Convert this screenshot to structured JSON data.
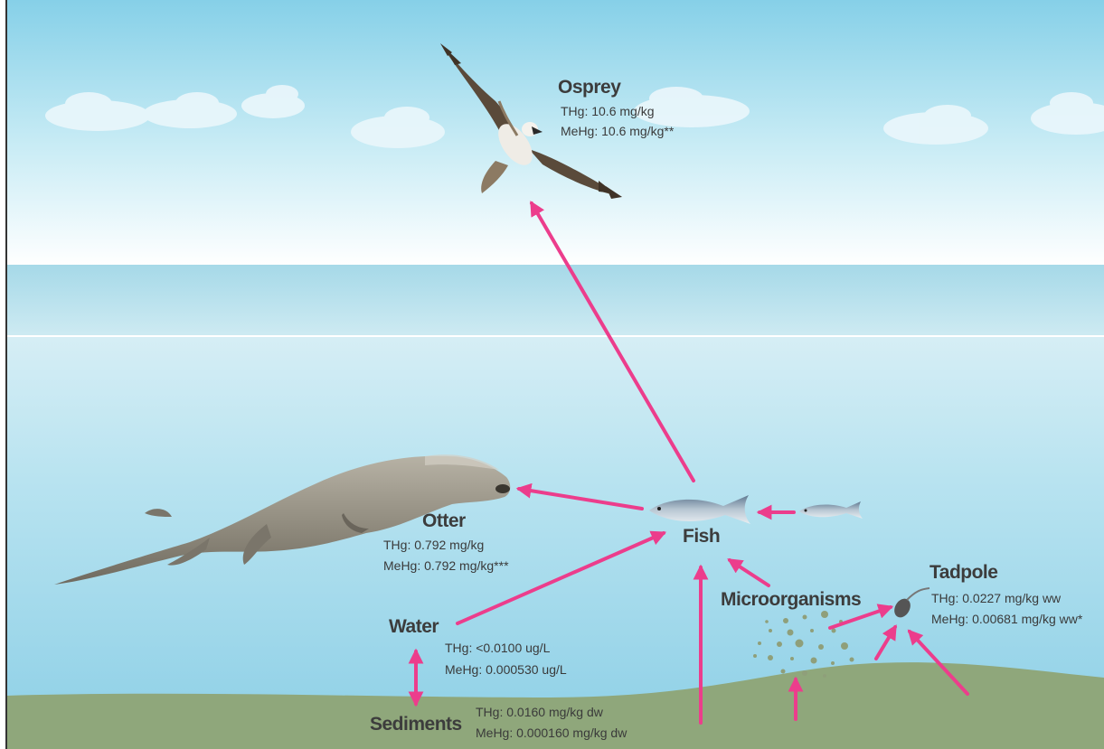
{
  "colors": {
    "sky_top": "#8dd3ea",
    "sky_bottom": "#ffffff",
    "water_top": "#aee0ef",
    "water_bottom": "#8fd0e6",
    "sediment": "#8fa77b",
    "arrow": "#ec3d8c",
    "particle": "#8f9f7a"
  },
  "organisms": {
    "osprey": {
      "name": "Osprey",
      "thg": "THg: 10.6 mg/kg",
      "mehg": "MeHg: 10.6 mg/kg**",
      "icon": "osprey-bird"
    },
    "otter": {
      "name": "Otter",
      "thg": "THg: 0.792 mg/kg",
      "mehg": "MeHg: 0.792 mg/kg***",
      "icon": "otter-animal"
    },
    "fish": {
      "name": "Fish",
      "icon": "fish"
    },
    "tadpole": {
      "name": "Tadpole",
      "thg": "THg: 0.0227 mg/kg ww",
      "mehg": "MeHg: 0.00681 mg/kg ww*",
      "icon": "tadpole"
    },
    "microorganisms": {
      "name": "Microorganisms",
      "icon": "microorganism-dots"
    }
  },
  "media": {
    "water": {
      "name": "Water",
      "thg": "THg: <0.0100 ug/L",
      "mehg": "MeHg: 0.000530 ug/L"
    },
    "sediments": {
      "name": "Sediments",
      "thg": "THg: 0.0160 mg/kg dw",
      "mehg": "MeHg: 0.000160 mg/kg dw"
    }
  }
}
